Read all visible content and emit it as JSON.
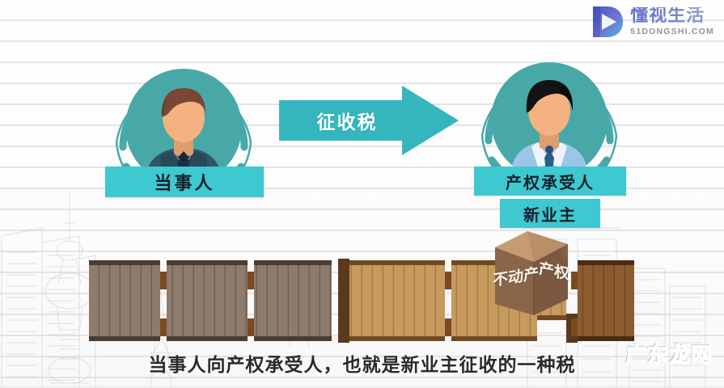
{
  "logo": {
    "brand_cn": "懂视生活",
    "brand_en": "51DONGSHI.COM",
    "icon": "play-d-icon",
    "color": "#5b6bd4"
  },
  "left_actor": {
    "label": "当事人",
    "hair_color": "#7a4636",
    "skin_color": "#f3b27f",
    "suit_color": "#2e5668",
    "tie_color": "#1b2f46",
    "disc_color": "#49a9a8"
  },
  "right_actor": {
    "label_primary": "产权承受人",
    "label_secondary": "新业主",
    "hair_color": "#131314",
    "skin_color": "#f3b27f",
    "shirt_color": "#9cc6e8",
    "tie_color": "#2a5e86",
    "disc_color": "#49a9a8"
  },
  "arrow": {
    "label": "征收税",
    "color": "#35b5bd",
    "direction": "right"
  },
  "box": {
    "face_left_text": "不动产",
    "face_right_text": "产权",
    "top_color": "#c59b73",
    "left_color": "#8b6547",
    "right_color": "#7b5940"
  },
  "fence": {
    "panel_colors": [
      "#8d7b6c",
      "#8d7b6c",
      "#8d7b6c",
      "#c79a5e",
      "#c79a5e",
      "#c79a5e",
      "#8c5c30"
    ],
    "post_color": "#7a4a20",
    "rail_color": "#4a2c14"
  },
  "banners": {
    "color": "#3ec8cf",
    "text_color": "#15202b"
  },
  "subtitle": {
    "text": "当事人向产权承受人，也就是新业主征收的一种税"
  },
  "watermark": {
    "text": "广东龙网"
  },
  "background": {
    "line_color": "#e4e4e6",
    "skyline_color": "#c9c9cf"
  }
}
